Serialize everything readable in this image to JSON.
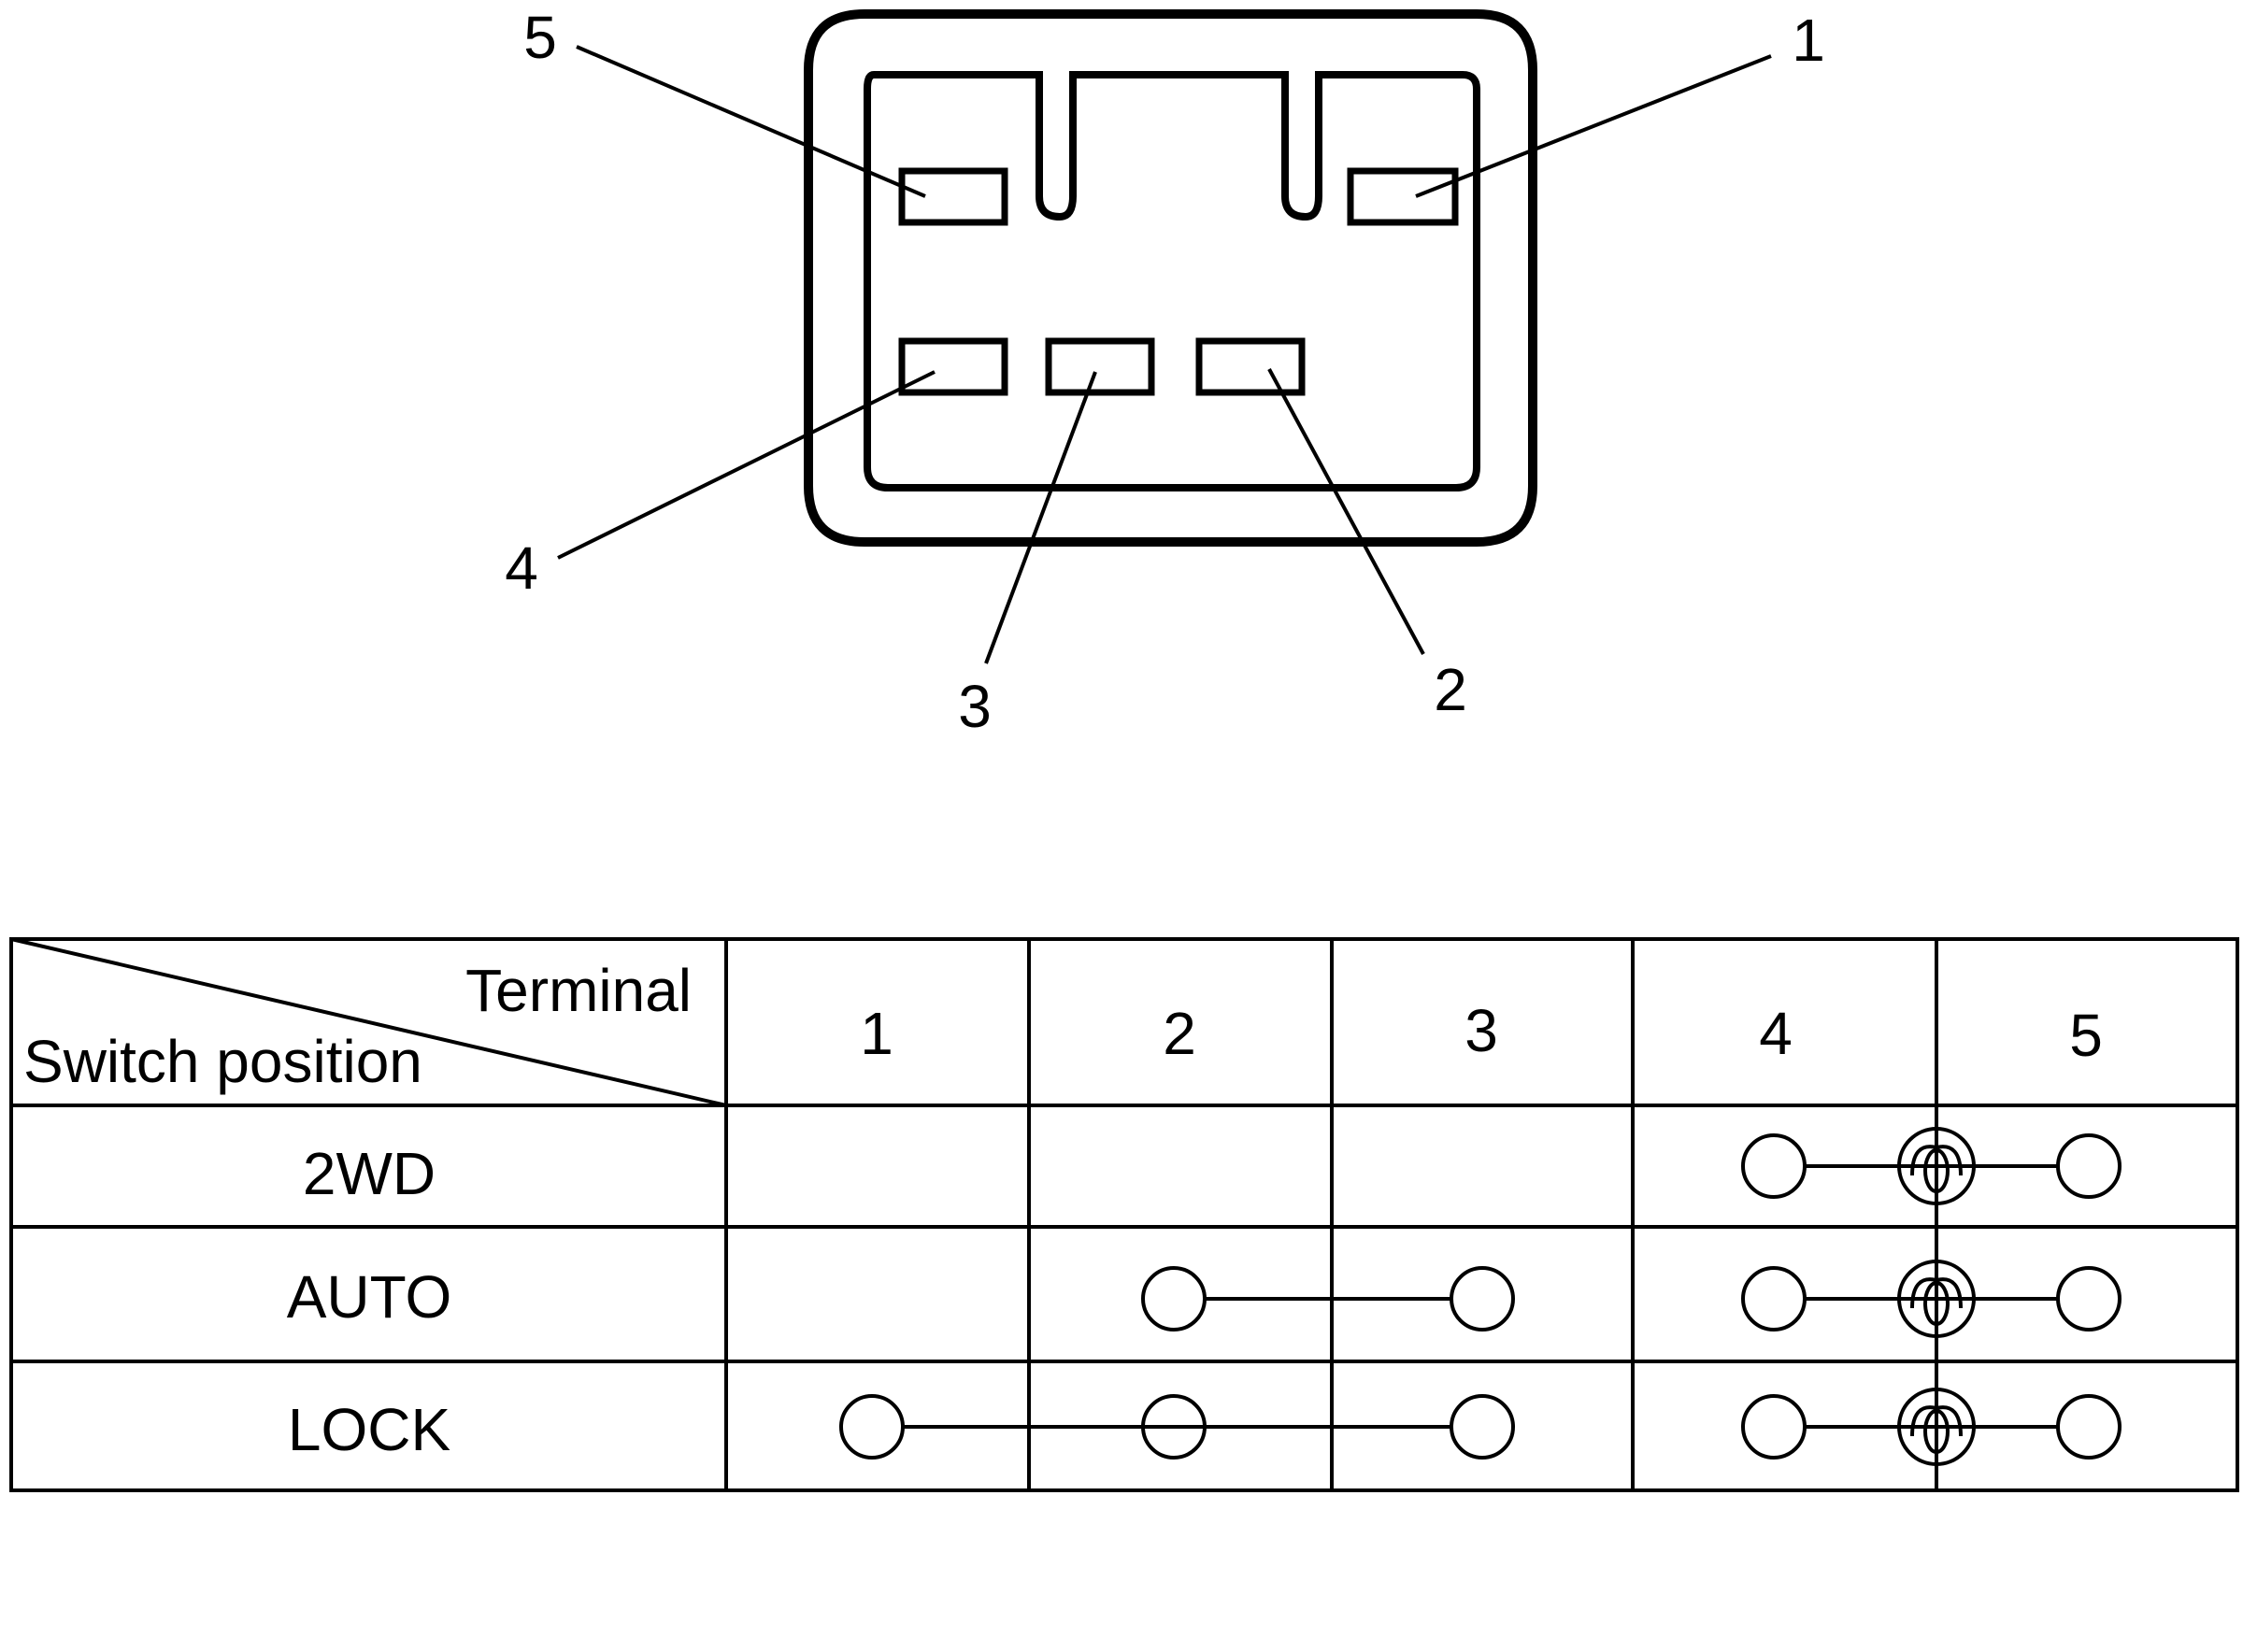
{
  "connector": {
    "callouts": [
      {
        "id": "pin-1",
        "label": "1"
      },
      {
        "id": "pin-2",
        "label": "2"
      },
      {
        "id": "pin-3",
        "label": "3"
      },
      {
        "id": "pin-4",
        "label": "4"
      },
      {
        "id": "pin-5",
        "label": "5"
      }
    ]
  },
  "table": {
    "corner_header_top": "Terminal",
    "corner_header_bottom": "Switch position",
    "terminals": [
      "1",
      "2",
      "3",
      "4",
      "5"
    ],
    "rows": [
      {
        "position": "2WD",
        "continuity": [],
        "indicator_between_4_5": true
      },
      {
        "position": "AUTO",
        "continuity": [
          [
            "2",
            "3"
          ]
        ],
        "indicator_between_4_5": true
      },
      {
        "position": "LOCK",
        "continuity": [
          [
            "1",
            "2",
            "3"
          ]
        ],
        "indicator_between_4_5": true
      }
    ]
  }
}
